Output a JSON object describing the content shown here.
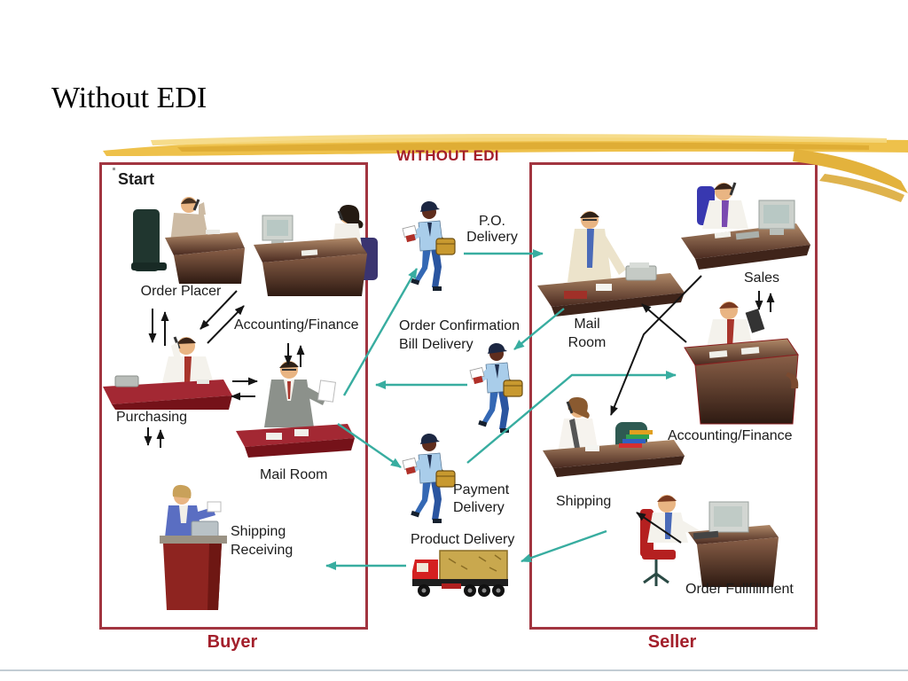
{
  "slide": {
    "title": "Without EDI"
  },
  "diagram": {
    "heading": "WITHOUT EDI",
    "buyer": {
      "start_label": "Start",
      "order_placer": "Order Placer",
      "accounting_finance": "Accounting/Finance",
      "purchasing": "Purchasing",
      "mail_room": "Mail Room",
      "shipping_receiving": [
        "Shipping",
        "Receiving"
      ],
      "footer": "Buyer"
    },
    "transit": {
      "po_delivery": [
        "P.O.",
        "Delivery"
      ],
      "order_confirmation": [
        "Order Confirmation",
        "Bill Delivery"
      ],
      "payment_delivery": [
        "Payment",
        "Delivery"
      ],
      "product_delivery": "Product Delivery"
    },
    "seller": {
      "mail_room": [
        "Mail",
        "Room"
      ],
      "sales": "Sales",
      "accounting_finance": "Accounting/Finance",
      "shipping": "Shipping",
      "order_fulfillment": "Order Fullfillment",
      "footer": "Seller"
    }
  },
  "colors": {
    "accent_red": "#a31f2b",
    "box_border": "#a23540",
    "teal_arrow": "#38ada0",
    "black_arrow": "#151515",
    "highlight_yellow": "#eec14b"
  },
  "icons": [
    "order-placer-icon",
    "buyer-accounting-icon",
    "purchasing-icon",
    "buyer-mailroom-icon",
    "shipping-receiving-icon",
    "mail-carrier-icon",
    "delivery-truck-icon",
    "seller-mailroom-icon",
    "sales-icon",
    "seller-accounting-icon",
    "seller-shipping-icon",
    "order-fulfillment-icon",
    "yellow-brush-highlight"
  ]
}
